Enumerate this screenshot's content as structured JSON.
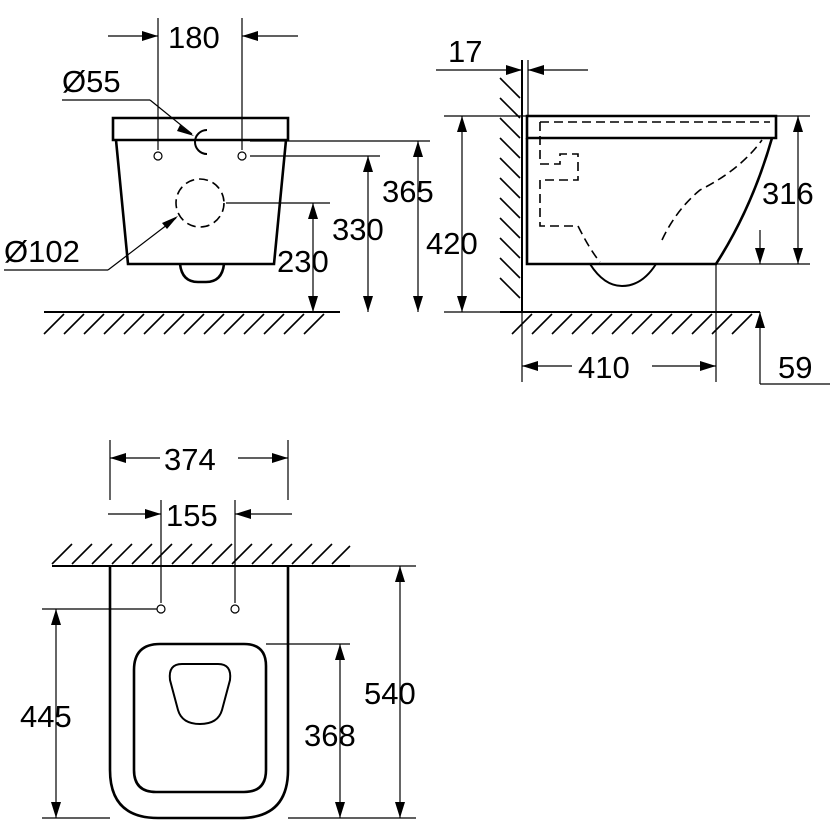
{
  "front_view": {
    "dim_hole_spacing": "180",
    "dim_small_hole_dia": "Ø55",
    "dim_outlet_dia": "Ø102",
    "dim_outlet_height": "230",
    "dim_hole_height": "330",
    "dim_total_height": "365"
  },
  "side_view": {
    "dim_wall_offset": "17",
    "dim_floor_to_top": "420",
    "dim_bowl_height": "316",
    "dim_depth": "410",
    "dim_floor_gap": "59"
  },
  "top_view": {
    "dim_width": "374",
    "dim_fixing_spacing": "155",
    "dim_length": "540",
    "dim_fixing_to_front": "445",
    "dim_seat_length": "368"
  }
}
